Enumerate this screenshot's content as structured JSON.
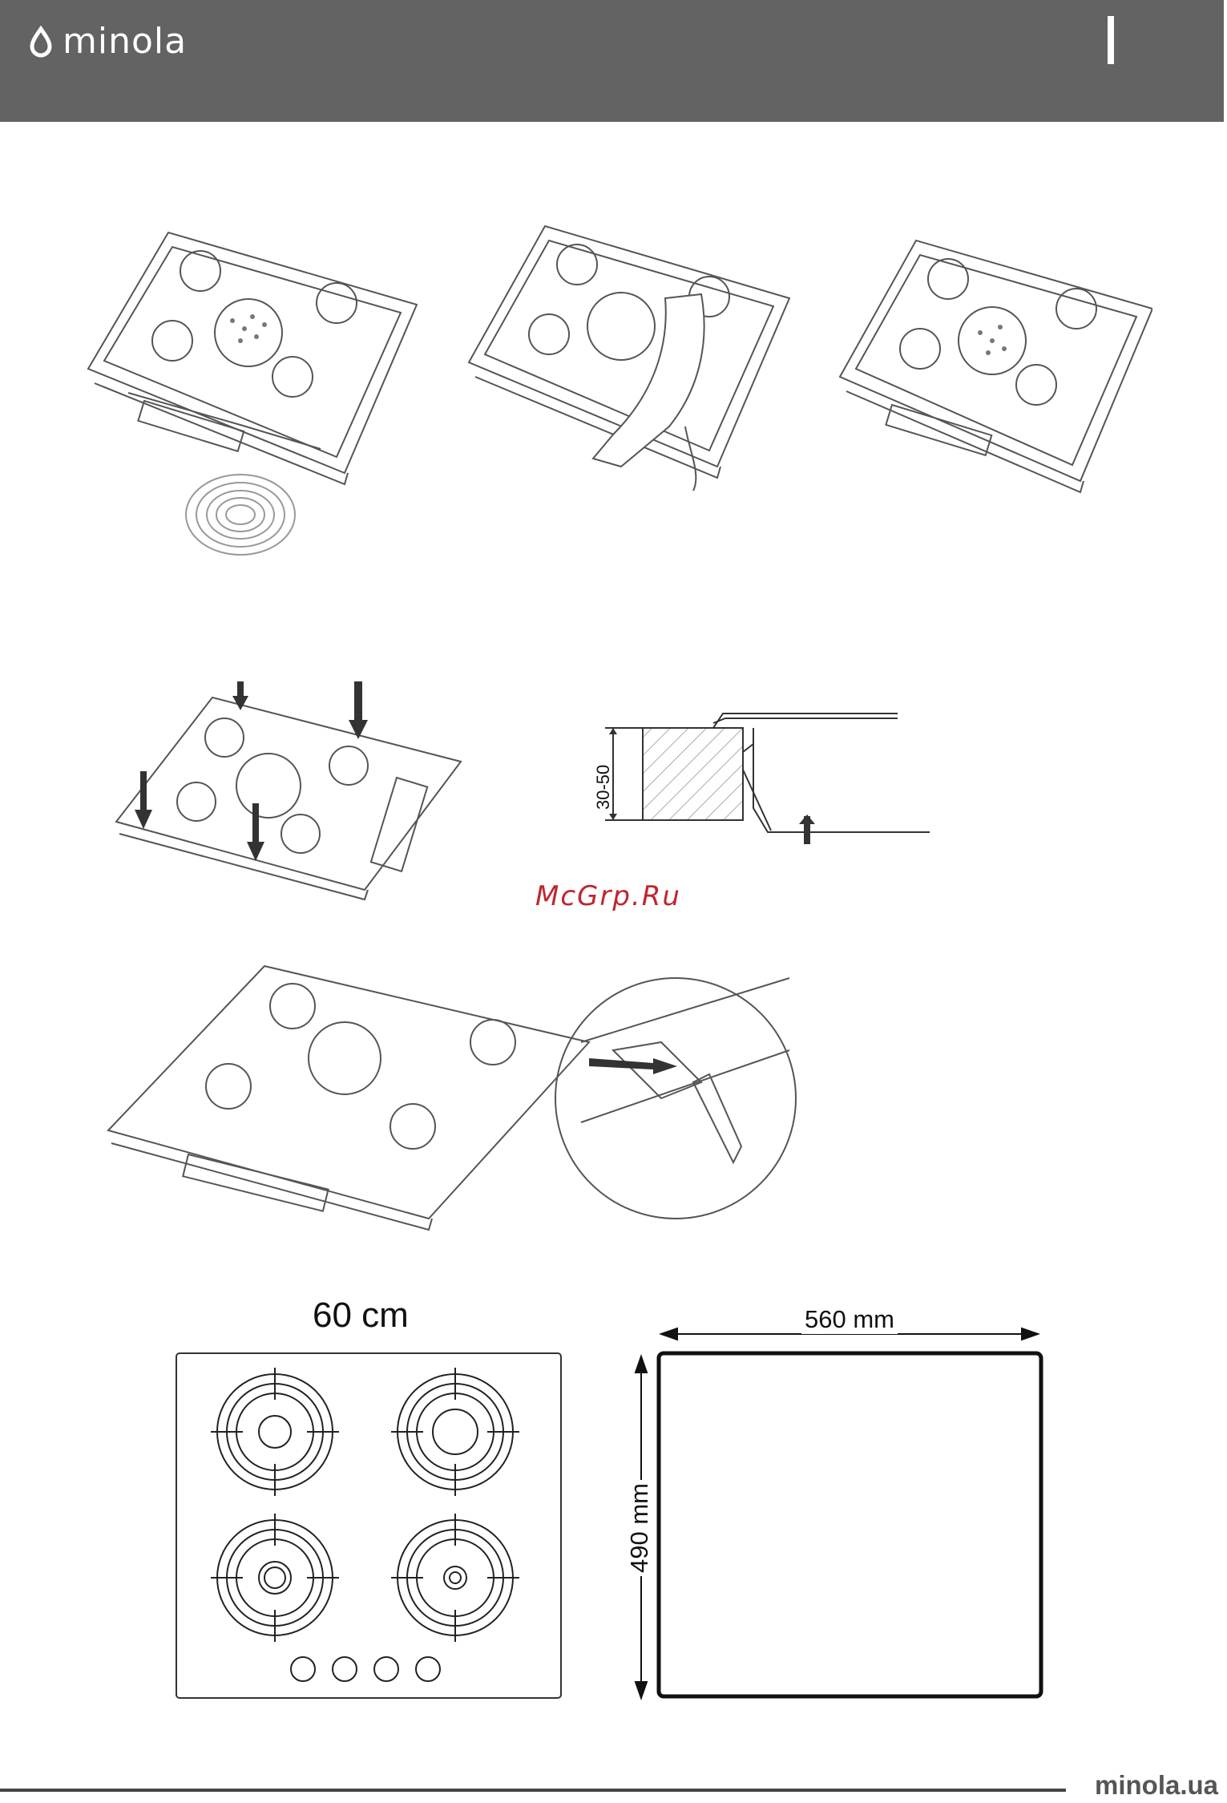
{
  "header": {
    "brand": "minola"
  },
  "installation": {
    "depth_range_label": "30-50"
  },
  "watermark": "McGrp.Ru",
  "dimensions": {
    "hob_width_label": "60 cm",
    "cutout_width_label": "560 mm",
    "cutout_depth_label": "490 mm"
  },
  "footer": {
    "url": "minola.ua"
  },
  "colors": {
    "header_bg": "#646363",
    "watermark": "#c0262d"
  }
}
